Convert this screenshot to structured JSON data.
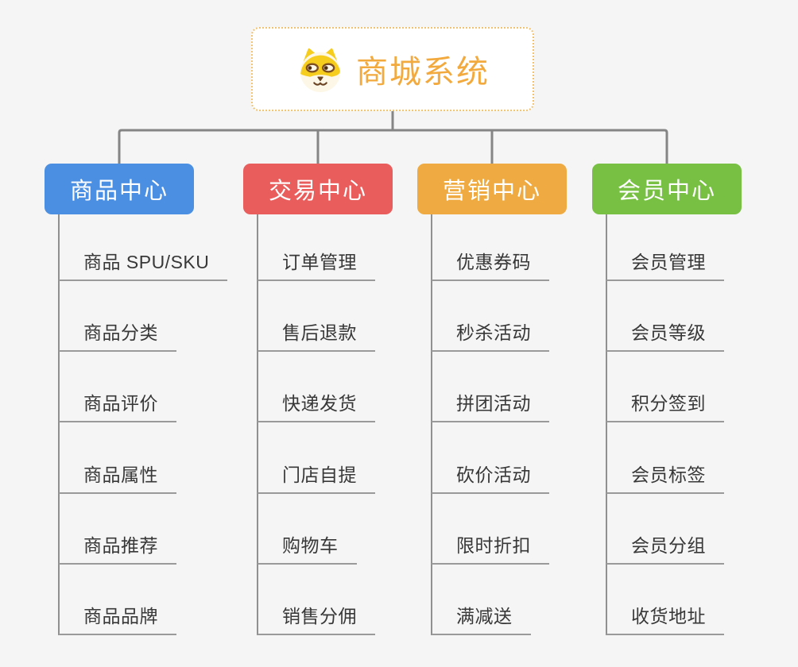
{
  "root": {
    "title": "商城系统",
    "icon": "dog-face-icon"
  },
  "branches": [
    {
      "label": "商品中心",
      "color": "#4b8fe2",
      "children": [
        "商品 SPU/SKU",
        "商品分类",
        "商品评价",
        "商品属性",
        "商品推荐",
        "商品品牌"
      ]
    },
    {
      "label": "交易中心",
      "color": "#ea5d5d",
      "children": [
        "订单管理",
        "售后退款",
        "快递发货",
        "门店自提",
        "购物车",
        "销售分佣"
      ]
    },
    {
      "label": "营销中心",
      "color": "#efab41",
      "children": [
        "优惠券码",
        "秒杀活动",
        "拼团活动",
        "砍价活动",
        "限时折扣",
        "满减送"
      ]
    },
    {
      "label": "会员中心",
      "color": "#77c043",
      "children": [
        "会员管理",
        "会员等级",
        "积分签到",
        "会员标签",
        "会员分组",
        "收货地址"
      ]
    }
  ],
  "palette": {
    "background": "#f5f5f5",
    "connector": "#858585",
    "underline": "#9a9a9a",
    "root_border": "#f3c26e",
    "root_text": "#f2a93e",
    "child_text": "#383838"
  }
}
